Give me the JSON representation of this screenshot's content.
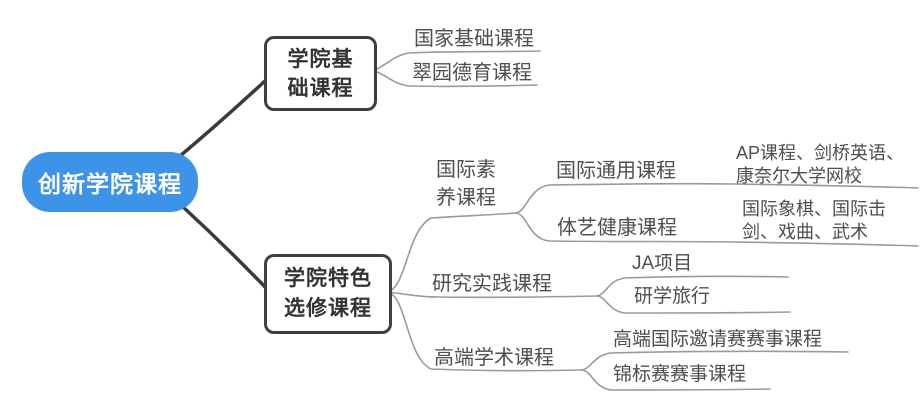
{
  "colors": {
    "root_fill": "#3d93e8",
    "root_text": "#ffffff",
    "branch_border": "#3f3f3f",
    "branch_text": "#333333",
    "label_text": "#4e4e4e",
    "connector_thick": "#3a3a3a",
    "connector_thin": "#9a9a9a",
    "background": "#ffffff"
  },
  "mindmap": {
    "root": {
      "label": "创新学院课程"
    },
    "branches": [
      {
        "label": "学院基\n础课程",
        "children": [
          {
            "label": "国家基础课程"
          },
          {
            "label": "翠园德育课程"
          }
        ]
      },
      {
        "label": "学院特色\n选修课程",
        "children": [
          {
            "label": "国际素\n养课程",
            "children": [
              {
                "label": "国际通用课程",
                "children": [
                  {
                    "label": "AP课程、剑桥英语、\n康奈尔大学网校"
                  }
                ]
              },
              {
                "label": "体艺健康课程",
                "children": [
                  {
                    "label": "国际象棋、国际击\n剑、戏曲、武术"
                  }
                ]
              }
            ]
          },
          {
            "label": "研究实践课程",
            "children": [
              {
                "label": "JA项目"
              },
              {
                "label": "研学旅行"
              }
            ]
          },
          {
            "label": "高端学术课程",
            "children": [
              {
                "label": "高端国际邀请赛赛事课程"
              },
              {
                "label": "锦标赛赛事课程"
              }
            ]
          }
        ]
      }
    ]
  }
}
